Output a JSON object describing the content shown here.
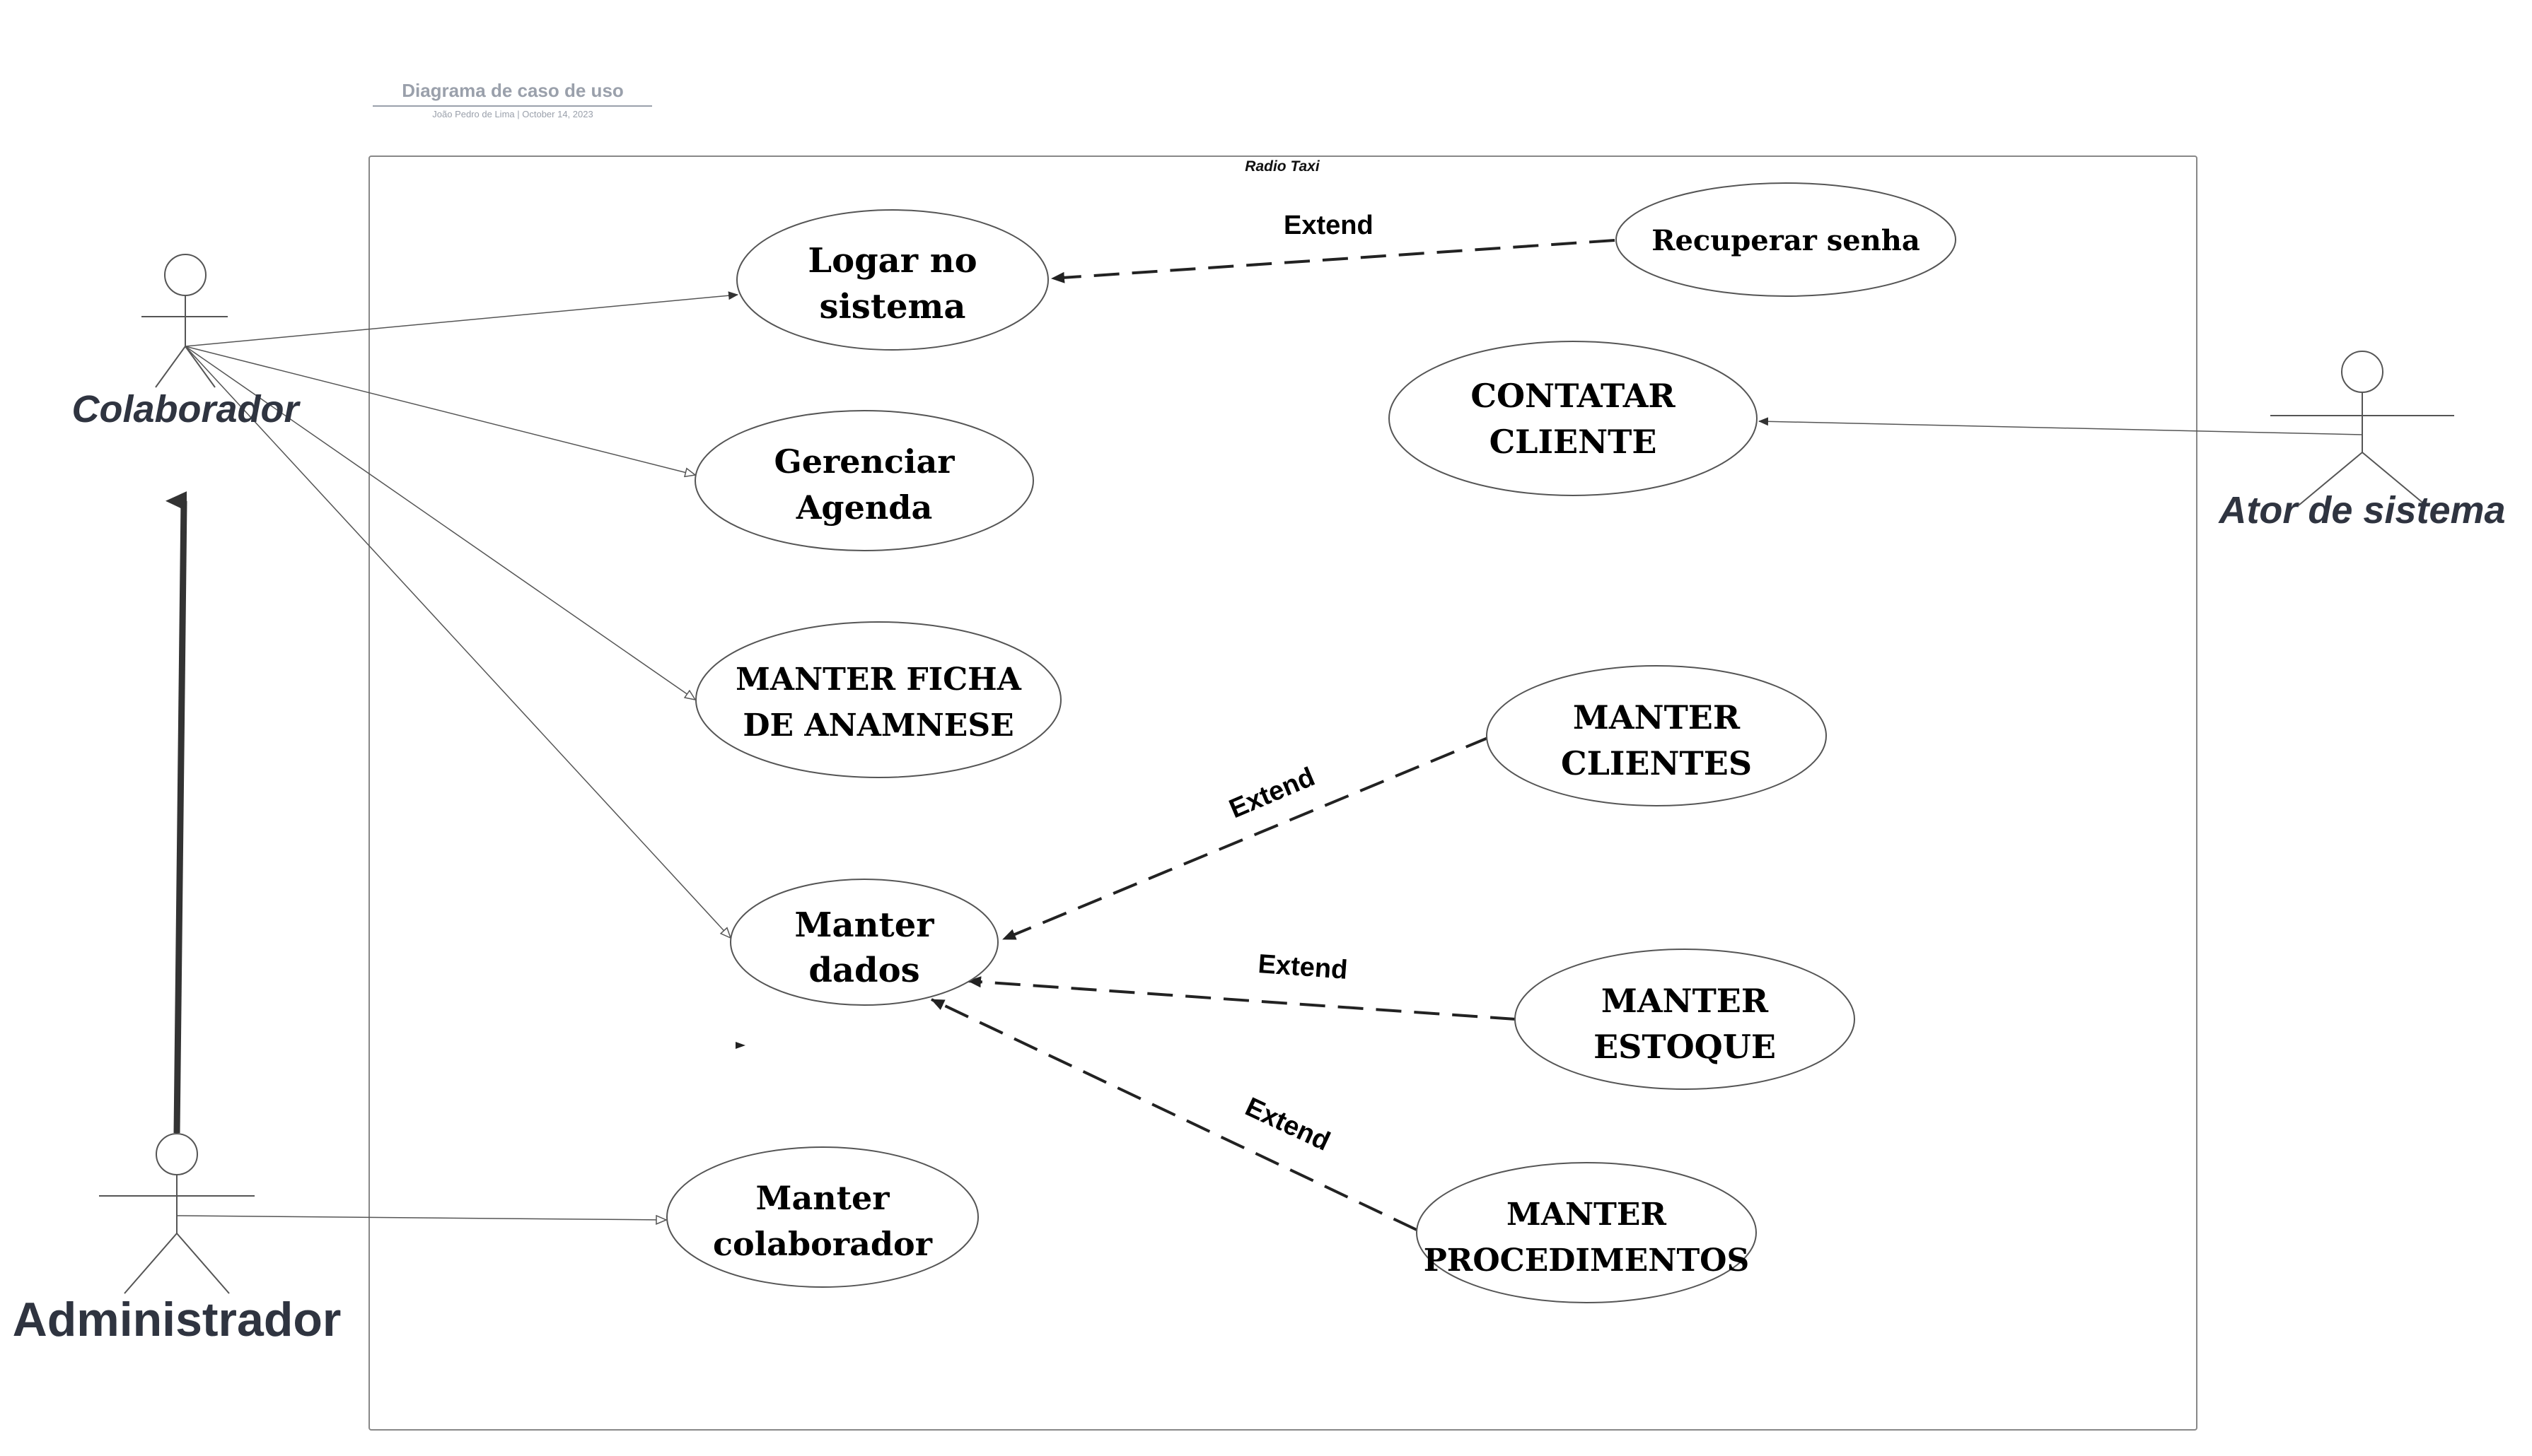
{
  "header": {
    "title": "Diagrama de caso de uso",
    "subtitle": "João Pedro de Lima  |  October 14, 2023"
  },
  "system": {
    "name": "Radio Taxi"
  },
  "actors": {
    "colaborador": "Colaborador",
    "administrador": "Administrador",
    "ator_sistema": "Ator de sistema"
  },
  "use_cases": {
    "logar": [
      "Logar no",
      "sistema"
    ],
    "recuperar": [
      "Recuperar senha"
    ],
    "contatar": [
      "CONTATAR",
      "CLIENTE"
    ],
    "agenda": [
      "Gerenciar",
      "Agenda"
    ],
    "anamnese": [
      "MANTER FICHA",
      "DE ANAMNESE"
    ],
    "clientes": [
      "MANTER",
      "CLIENTES"
    ],
    "dados": [
      "Manter",
      "dados"
    ],
    "estoque": [
      "MANTER",
      "ESTOQUE"
    ],
    "procedimentos": [
      "MANTER",
      "PROCEDIMENTOS"
    ],
    "colaborador": [
      "Manter",
      "colaborador"
    ]
  },
  "relations": {
    "extend_label": "Extend"
  },
  "colors": {
    "title": "#9aa0ab",
    "actor_label": "#2f3440",
    "line": "#555555",
    "dashed": "#222222"
  }
}
